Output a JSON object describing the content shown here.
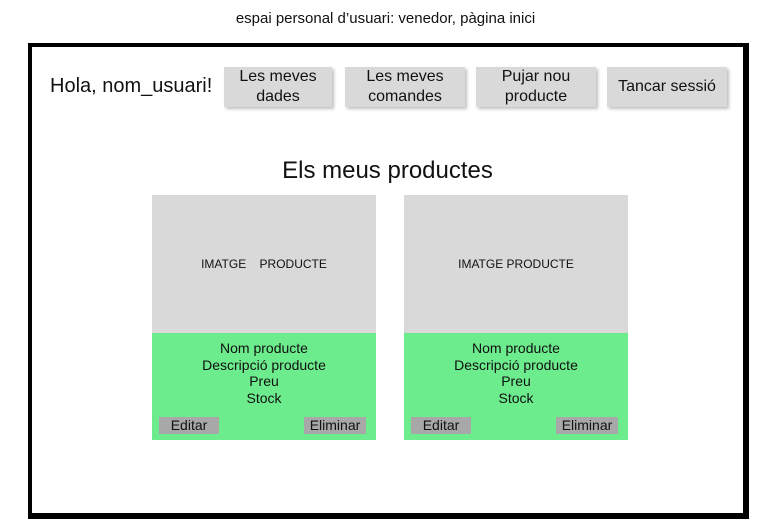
{
  "caption": "espai personal d’usuari: venedor, pàgina inici",
  "header": {
    "greeting": "Hola, nom_usuari!",
    "nav": [
      {
        "label": "Les meves\ndades"
      },
      {
        "label": "Les meves\ncomandes"
      },
      {
        "label": "Pujar nou\nproducte"
      },
      {
        "label": "Tancar sessió"
      }
    ]
  },
  "main": {
    "title": "Els meus productes",
    "products": [
      {
        "image_placeholder": "IMATGE    PRODUCTE",
        "name": "Nom producte",
        "description": "Descripció producte",
        "price": "Preu",
        "stock": "Stock",
        "edit_label": "Editar",
        "delete_label": "Eliminar"
      },
      {
        "image_placeholder": "IMATGE PRODUCTE",
        "name": "Nom producte",
        "description": "Descripció producte",
        "price": "Preu",
        "stock": "Stock",
        "edit_label": "Editar",
        "delete_label": "Eliminar"
      }
    ]
  },
  "colors": {
    "button_gray": "#d9d9d9",
    "card_green": "#6cec8c",
    "card_button": "#a8a8a8"
  }
}
